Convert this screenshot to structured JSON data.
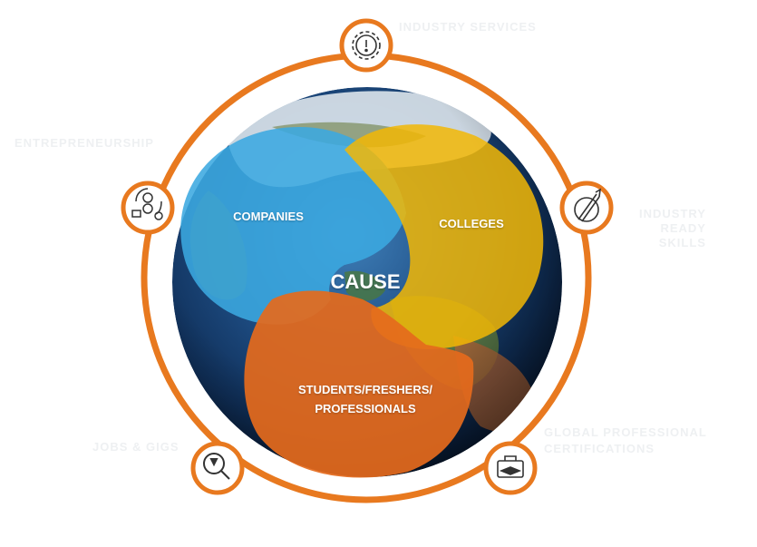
{
  "center": {
    "label": "CAUSE"
  },
  "petals": {
    "companies": {
      "label": "COMPANIES",
      "color": "#3ba9e0"
    },
    "colleges": {
      "label": "COLLEGES",
      "color": "#f2b705"
    },
    "students": {
      "line1": "STUDENTS/FRESHERS/",
      "line2": "PROFESSIONALS",
      "color": "#e56a1c"
    }
  },
  "ring": {
    "color": "#e8791f"
  },
  "outer_labels": {
    "top": "INDUSTRY SERVICES",
    "left": "ENTREPRENEURSHIP",
    "right_line1": "INDUSTRY",
    "right_line2": "READY",
    "right_line3": "SKILLS",
    "bottom_left": "JOBS & GIGS",
    "bottom_right_line1": "GLOBAL PROFESSIONAL",
    "bottom_right_line2": "CERTIFICATIONS"
  },
  "icons": {
    "top": "gear-alert-icon",
    "left": "business-cycle-icon",
    "right": "pencil-idea-icon",
    "bottom_left": "job-search-icon",
    "bottom_right": "briefcase-graduation-icon"
  }
}
